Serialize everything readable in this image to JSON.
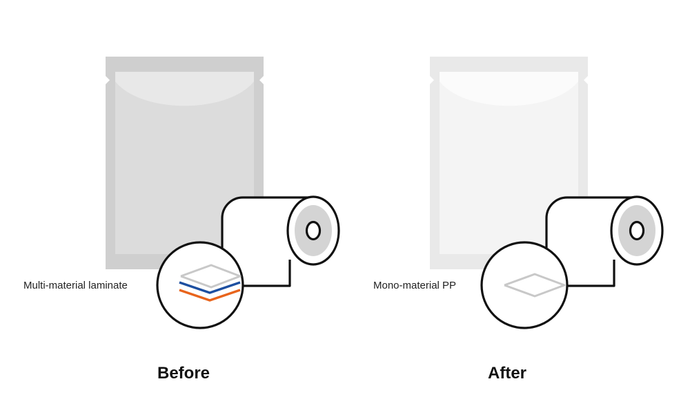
{
  "before": {
    "caption": "Before",
    "callout": "Multi-material laminate",
    "pouch_color": "#cfcfcf",
    "pouch_inner_color": "#dcdcdc",
    "layer_colors": [
      "#c8c8c8",
      "#1d4fa0",
      "#e8641c"
    ]
  },
  "after": {
    "caption": "After",
    "callout": "Mono-material PP",
    "pouch_color": "#e9e9e9",
    "pouch_inner_color": "#f4f4f4",
    "layer_colors": [
      "#c8c8c8"
    ]
  },
  "colors": {
    "outline": "#111111",
    "roll_face": "#d4d4d4",
    "text": "#222222"
  }
}
